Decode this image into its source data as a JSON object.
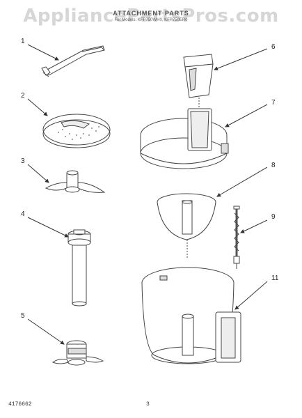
{
  "header": {
    "watermark": "AppliancePartsPros.com",
    "title": "ATTACHMENT PARTS",
    "subtitle": "For Models: KFP750WH0, KFP750ER0"
  },
  "callouts": [
    "1",
    "2",
    "3",
    "4",
    "5",
    "6",
    "7",
    "8",
    "9",
    "11"
  ],
  "footer": {
    "doc_number": "4176662",
    "page": "3"
  }
}
